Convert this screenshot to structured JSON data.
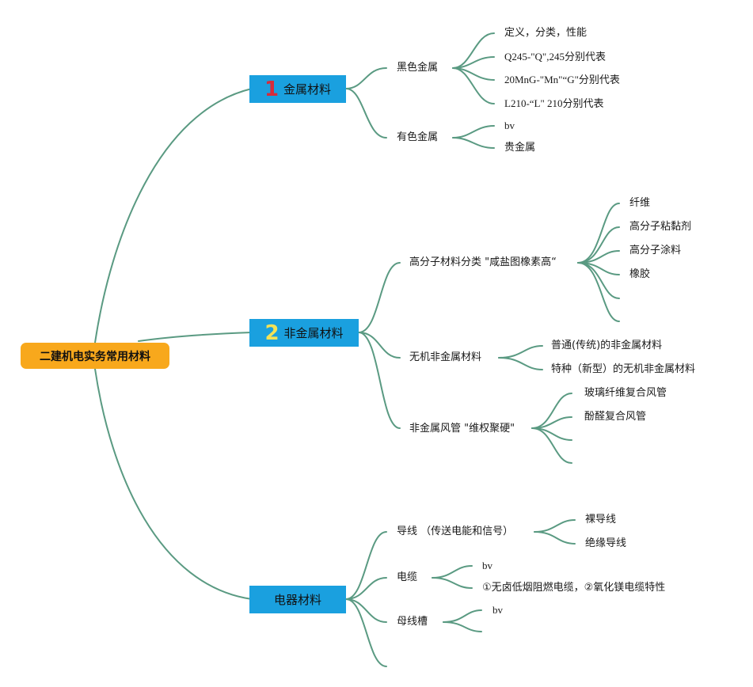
{
  "root": {
    "label": "二建机电实务常用材料"
  },
  "branches": [
    {
      "number": "1",
      "number_color": "#d72b3a",
      "label": "金属材料"
    },
    {
      "number": "2",
      "number_color": "#f3e257",
      "label": "非金属材料"
    },
    {
      "number": "",
      "label": "电器材料"
    }
  ],
  "metal": {
    "ferrous": {
      "label": "黑色金属",
      "items": [
        "定义，分类，性能",
        "Q245-\"Q\",245分别代表",
        "20MnG-\"Mn\"“G\"分别代表",
        "L210-“L\" 210分别代表"
      ]
    },
    "nonferrous": {
      "label": "有色金属",
      "items": [
        "bv",
        "贵金属"
      ]
    }
  },
  "nonmetal": {
    "polymer": {
      "label": "高分子材料分类 \"咸盐图橡素高“",
      "items": [
        "纤维",
        "高分子粘黏剂",
        "高分子涂料",
        "橡胶"
      ]
    },
    "inorganic": {
      "label": "无机非金属材料",
      "items": [
        "普通(传统)的非金属材料",
        "特种（新型）的无机非金属材料"
      ]
    },
    "duct": {
      "label": "非金属风管 \"维权聚硬\"",
      "items": [
        "玻璃纤维复合风管",
        "酚醛复合风管"
      ]
    }
  },
  "electrical": {
    "wire": {
      "label": "导线 （传送电能和信号）",
      "items": [
        "裸导线",
        "绝缘导线"
      ]
    },
    "cable": {
      "label": "电缆",
      "items": [
        "bv",
        "①无卤低烟阻燃电缆，②氧化镁电缆特性"
      ]
    },
    "busway": {
      "label": "母线槽",
      "items": [
        "bv"
      ]
    }
  },
  "colors": {
    "line": "#5a9a82",
    "root_bg": "#f8a81c",
    "branch_bg": "#1aa0df"
  }
}
